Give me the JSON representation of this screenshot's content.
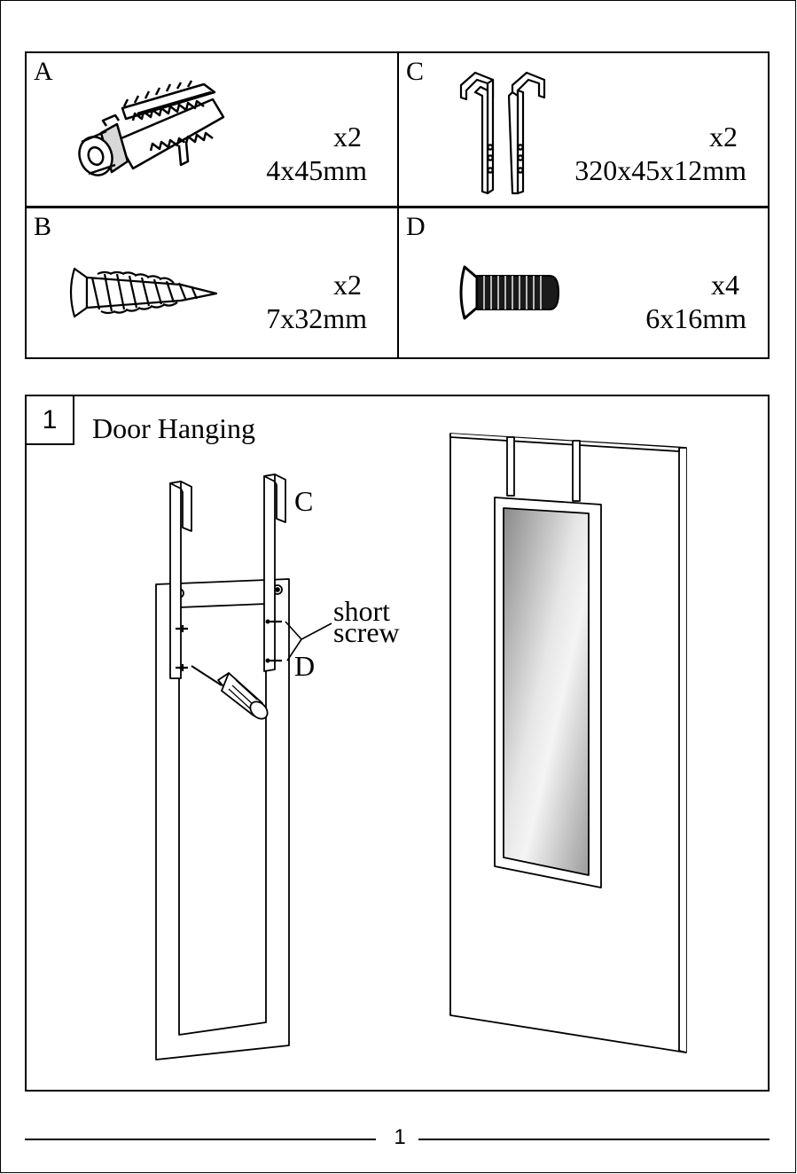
{
  "parts": [
    {
      "letter": "A",
      "qty": "x2",
      "size": "4x45mm",
      "icon": "wall-anchor-icon"
    },
    {
      "letter": "C",
      "qty": "x2",
      "size": "320x45x12mm",
      "icon": "door-hook-bracket-icon"
    },
    {
      "letter": "B",
      "qty": "x2",
      "size": "7x32mm",
      "icon": "wood-screw-icon"
    },
    {
      "letter": "D",
      "qty": "x4",
      "size": "6x16mm",
      "icon": "short-bolt-icon"
    }
  ],
  "step": {
    "number": "1",
    "title": "Door Hanging",
    "callout_bracket": "C",
    "callout_screw_line1": "short",
    "callout_screw_line2": "screw",
    "callout_screw_part": "D"
  },
  "footer": {
    "page": "1"
  }
}
